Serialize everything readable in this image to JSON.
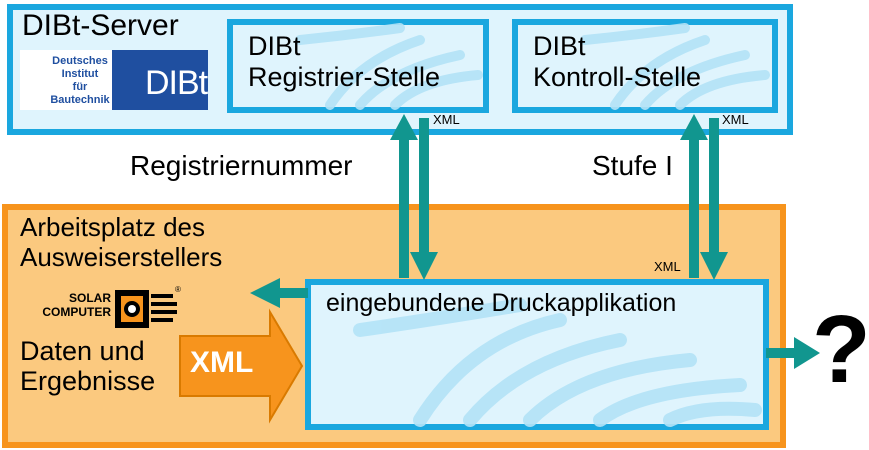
{
  "server": {
    "title": "DIBt-Server",
    "logo": {
      "lines": [
        "Deutsches",
        "Institut",
        "für",
        "Bautechnik"
      ],
      "mark": "DIBt"
    },
    "registration_box": {
      "line1": "DIBt",
      "line2": "Registrier-Stelle"
    },
    "control_box": {
      "line1": "DIBt",
      "line2": "Kontroll-Stelle"
    }
  },
  "connectors": {
    "left_label": "Registriernummer",
    "right_label": "Stufe I",
    "xml_tag_left": "XML",
    "xml_tag_right_top": "XML",
    "xml_tag_right_bottom": "XML"
  },
  "workstation": {
    "title_line1": "Arbeitsplatz des",
    "title_line2": "Ausweiserstellers",
    "vendor_logo": {
      "line1": "SOLAR",
      "line2": "COMPUTER",
      "reg": "®"
    },
    "data_line1": "Daten und",
    "data_line2": "Ergebnisse",
    "xml_arrow_label": "XML",
    "app_box_label": "eingebundene Druckapplikation"
  },
  "output_symbol": "?",
  "colors": {
    "server_fill": "#dff4fd",
    "box_border": "#1aa7df",
    "workstation_fill": "#fbc97f",
    "workstation_border": "#f7941d",
    "arrow_teal": "#11968f",
    "xml_arrow_orange": "#f7941d",
    "logo_blue": "#1f4fa0"
  }
}
